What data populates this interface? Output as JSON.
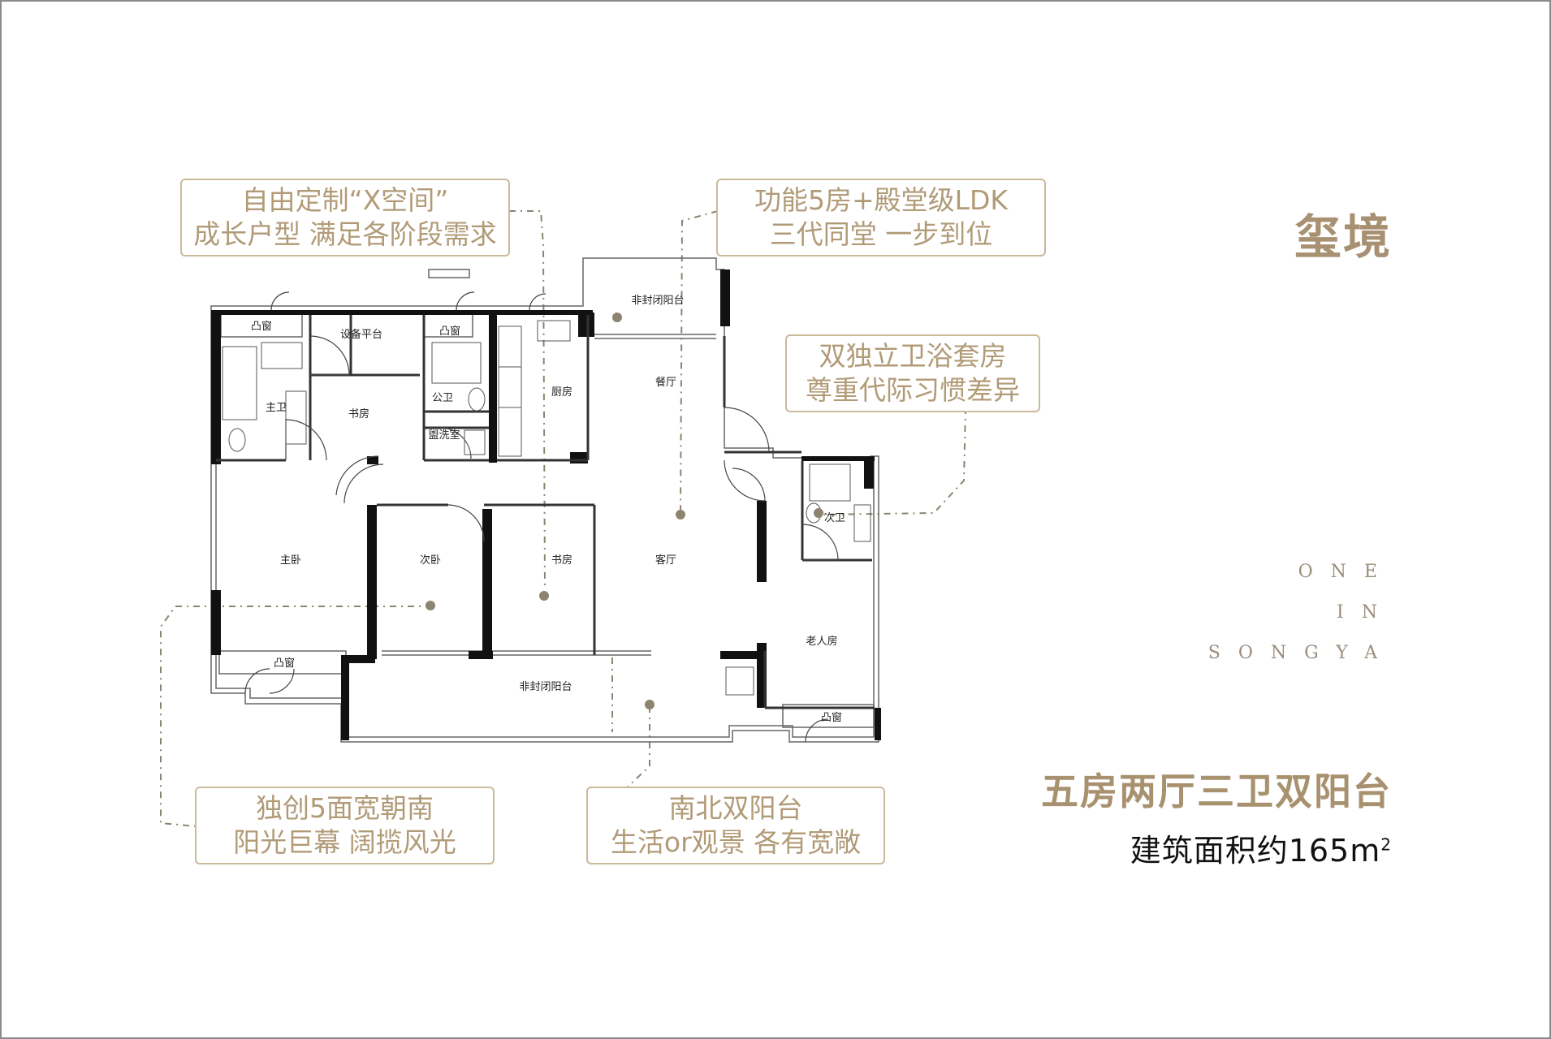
{
  "brand": {
    "name": "玺境"
  },
  "tagline": {
    "line1": "ONE",
    "line2": "IN",
    "line3": "SONGYA"
  },
  "unit": {
    "type": "五房两厅三卫双阳台",
    "area_label": "建筑面积约165m",
    "area_sup": "2"
  },
  "callouts": {
    "top_left": {
      "line1": "自由定制“X空间”",
      "line2": "成长户型 满足各阶段需求"
    },
    "top_mid": {
      "line1": "功能5房+殿堂级LDK",
      "line2": "三代同堂 一步到位"
    },
    "right_mid": {
      "line1": "双独立卫浴套房",
      "line2": "尊重代际习惯差异"
    },
    "bottom_left": {
      "line1": "独创5面宽朝南",
      "line2": "阳光巨幕 阔揽风光"
    },
    "bottom_mid": {
      "line1": "南北双阳台",
      "line2": "生活or观景 各有宽敞"
    }
  },
  "rooms": {
    "bay_window_1": "凸窗",
    "equipment_platform": "设备平台",
    "bay_window_2": "凸窗",
    "unenclosed_balcony_north": "非封闭阳台",
    "master_bath": "主卫",
    "study_north": "书房",
    "public_bath": "公卫",
    "wash_room": "盥洗室",
    "kitchen": "厨房",
    "dining": "餐厅",
    "master_bedroom": "主卧",
    "second_bedroom": "次卧",
    "study_south": "书房",
    "living_room": "客厅",
    "second_bath": "次卫",
    "elder_room": "老人房",
    "bay_window_3": "凸窗",
    "unenclosed_balcony_south": "非封闭阳台",
    "bay_window_4": "凸窗"
  },
  "colors": {
    "accent": "#b19b77",
    "callout_border": "#cbb99a",
    "wall": "#111111"
  }
}
